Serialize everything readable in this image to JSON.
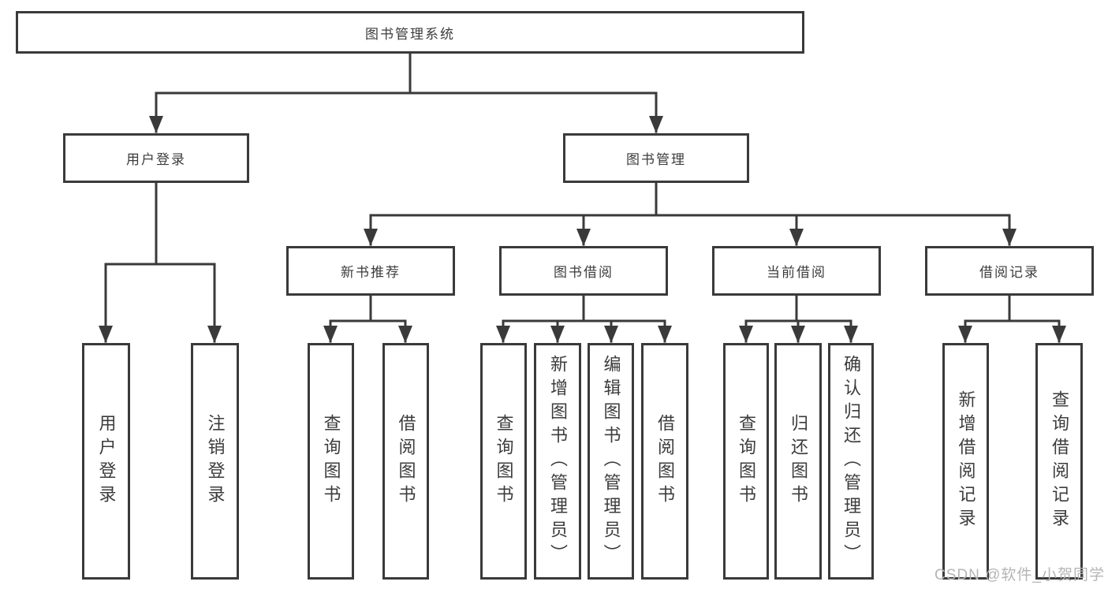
{
  "diagram": {
    "root": {
      "label": "图书管理系统"
    },
    "level2": [
      {
        "label": "用户登录"
      },
      {
        "label": "图书管理"
      }
    ],
    "level3": [
      {
        "label": "新书推荐"
      },
      {
        "label": "图书借阅"
      },
      {
        "label": "当前借阅"
      },
      {
        "label": "借阅记录"
      }
    ],
    "leaves": [
      {
        "label": "用户登录"
      },
      {
        "label": "注销登录"
      },
      {
        "label": "查询图书"
      },
      {
        "label": "借阅图书"
      },
      {
        "label": "查询图书"
      },
      {
        "label": "新增图书（管理员）"
      },
      {
        "label": "编辑图书（管理员）"
      },
      {
        "label": "借阅图书"
      },
      {
        "label": "查询图书"
      },
      {
        "label": "归还图书"
      },
      {
        "label": "确认归还（管理员）"
      },
      {
        "label": "新增借阅记录"
      },
      {
        "label": "查询借阅记录"
      }
    ]
  },
  "colors": {
    "line": "#3a3a3a",
    "text": "#3c3c3c",
    "watermark": "#b5b5b5"
  },
  "watermark": "CSDN @软件_小贺同学"
}
